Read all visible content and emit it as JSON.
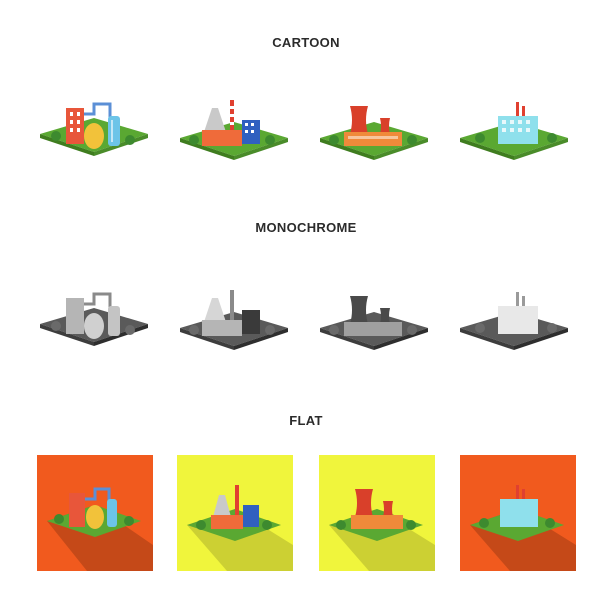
{
  "sections": {
    "cartoon": {
      "title": "CARTOON"
    },
    "monochrome": {
      "title": "MONOCHROME"
    },
    "flat": {
      "title": "FLAT"
    }
  },
  "icons": [
    {
      "name": "chemical-plant-icon"
    },
    {
      "name": "power-plant-icon"
    },
    {
      "name": "cooling-tower-plant-icon"
    },
    {
      "name": "modern-factory-icon"
    }
  ],
  "flat_backgrounds": [
    "#f15a1e",
    "#f0f53c",
    "#f0f53c",
    "#f15a1e"
  ],
  "palette": {
    "grass": "#5aa832",
    "grass_dark": "#3f7d1f",
    "ground_side": "#4a8c2a",
    "tree": "#3d8a2f",
    "mono_ground": "#3d3d3d",
    "mono_light": "#b5b5b5",
    "mono_mid": "#8a8a8a",
    "mono_dark": "#5a5a5a"
  }
}
